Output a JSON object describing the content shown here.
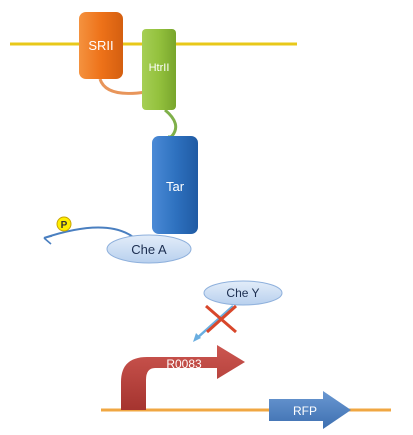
{
  "diagram": {
    "labels": {
      "srii": "SRII",
      "htrii": "HtrII",
      "tar": "Tar",
      "phosphate": "P",
      "che_a": "Che A",
      "che_y": "Che Y",
      "promoter": "R0083",
      "reporter": "RFP"
    },
    "colors": {
      "membrane": "#e8c81a",
      "srii": "#ee7219",
      "htrii": "#93c13d",
      "linker_srii": "#e8955a",
      "linker_htrii": "#7fb04a",
      "tar": "#2f72c0",
      "phosphate": "#ffee00",
      "che_oval": "#c9dcf3",
      "che_text": "#1c2e50",
      "inhibit_cross": "#d8472b",
      "promoter": "#b83f3a",
      "dna": "#f0a742",
      "reporter": "#4a7dbf"
    }
  }
}
